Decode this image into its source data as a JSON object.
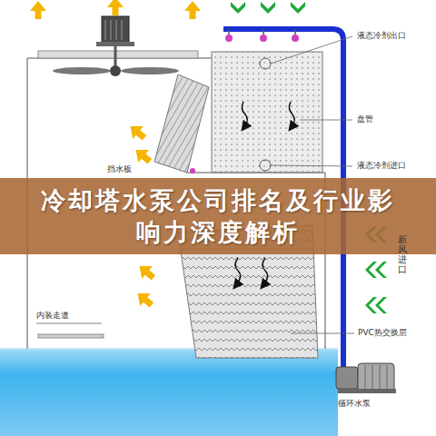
{
  "diagram": {
    "title": "冷却塔水泵公司排名及行业影响力深度解析",
    "labels": [
      "液态冷剂出口",
      "盘管",
      "液态冷剂进口",
      "挡水板",
      "新风进口",
      "内装走道",
      "PVC热交换层",
      "循环水泵"
    ]
  }
}
